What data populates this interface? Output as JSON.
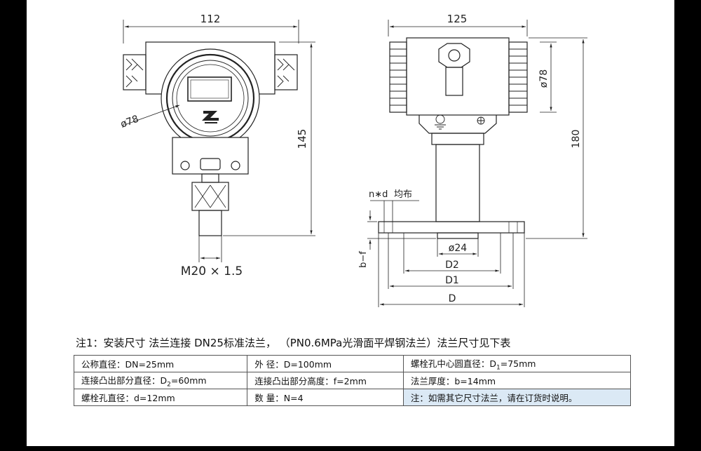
{
  "front_view": {
    "dim_width": "112",
    "dim_height": "145",
    "dim_diameter": "ø78",
    "thread": "M20 × 1.5"
  },
  "side_view": {
    "dim_width": "125",
    "dim_height": "180",
    "dim_diameter": "ø78",
    "dim_nd": "n∗d",
    "dim_nd_note": "均布",
    "dim_bf": "b−f",
    "dim_d24": "ø24",
    "dim_D2": "D2",
    "dim_D1": "D1",
    "dim_D": "D"
  },
  "note": "注1：安装尺寸  法兰连接 DN25标准法兰， （PN0.6MPa光滑面平焊钢法兰）法兰尺寸见下表",
  "spec_table": {
    "r1c1": "公称直径：DN=25mm",
    "r1c2": "外  径：D=100mm",
    "r1c3_pre": "螺栓孔中心圆直径：D",
    "r1c3_sub": "1",
    "r1c3_post": "=75mm",
    "r2c1_pre": "连接凸出部分直径：D",
    "r2c1_sub": "2",
    "r2c1_post": "=60mm",
    "r2c2": "连接凸出部分高度：f=2mm",
    "r2c3": "法兰厚度：b=14mm",
    "r3c1": "螺栓孔直径：d=12mm",
    "r3c2": "数  量：N=4",
    "r3c3": "注：如需其它尺寸法兰，请在订货时说明。"
  },
  "colors": {
    "highlight": "#dbe9f5",
    "background": "#000000",
    "sheet": "#ffffff"
  },
  "icons": [
    "brand-logo",
    "ground-symbol-icon",
    "terminal-icon"
  ]
}
